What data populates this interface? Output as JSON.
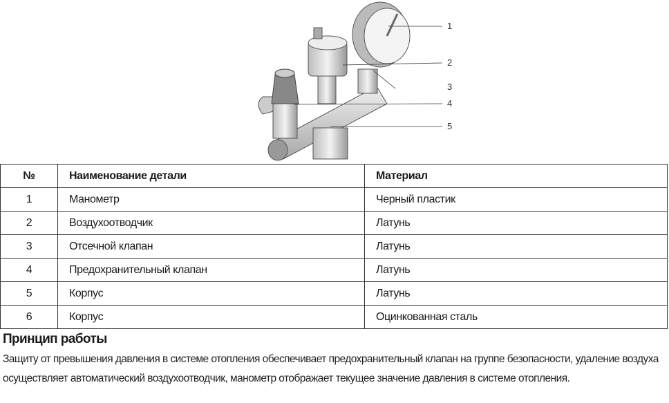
{
  "figure": {
    "callouts": [
      "1",
      "2",
      "3",
      "4",
      "5"
    ]
  },
  "table": {
    "headers": [
      "№",
      "Наименование детали",
      "Материал"
    ],
    "rows": [
      {
        "num": "1",
        "name": "Манометр",
        "material": "Черный пластик"
      },
      {
        "num": "2",
        "name": "Воздухоотводчик",
        "material": "Латунь"
      },
      {
        "num": "3",
        "name": "Отсечной клапан",
        "material": "Латунь"
      },
      {
        "num": "4",
        "name": "Предохранительный клапан",
        "material": "Латунь"
      },
      {
        "num": "5",
        "name": "Корпус",
        "material": "Латунь"
      },
      {
        "num": "6",
        "name": "Корпус",
        "material": "Оцинкованная сталь"
      }
    ]
  },
  "section": {
    "title": "Принцип работы",
    "text": "Защиту от превышения давления в системе отопления обеспечивает предохранительный клапан на группе безопасности, удаление воздуха осуществляет автоматический воздухоотводчик, манометр отображает текущее значение давления в системе отопления."
  }
}
